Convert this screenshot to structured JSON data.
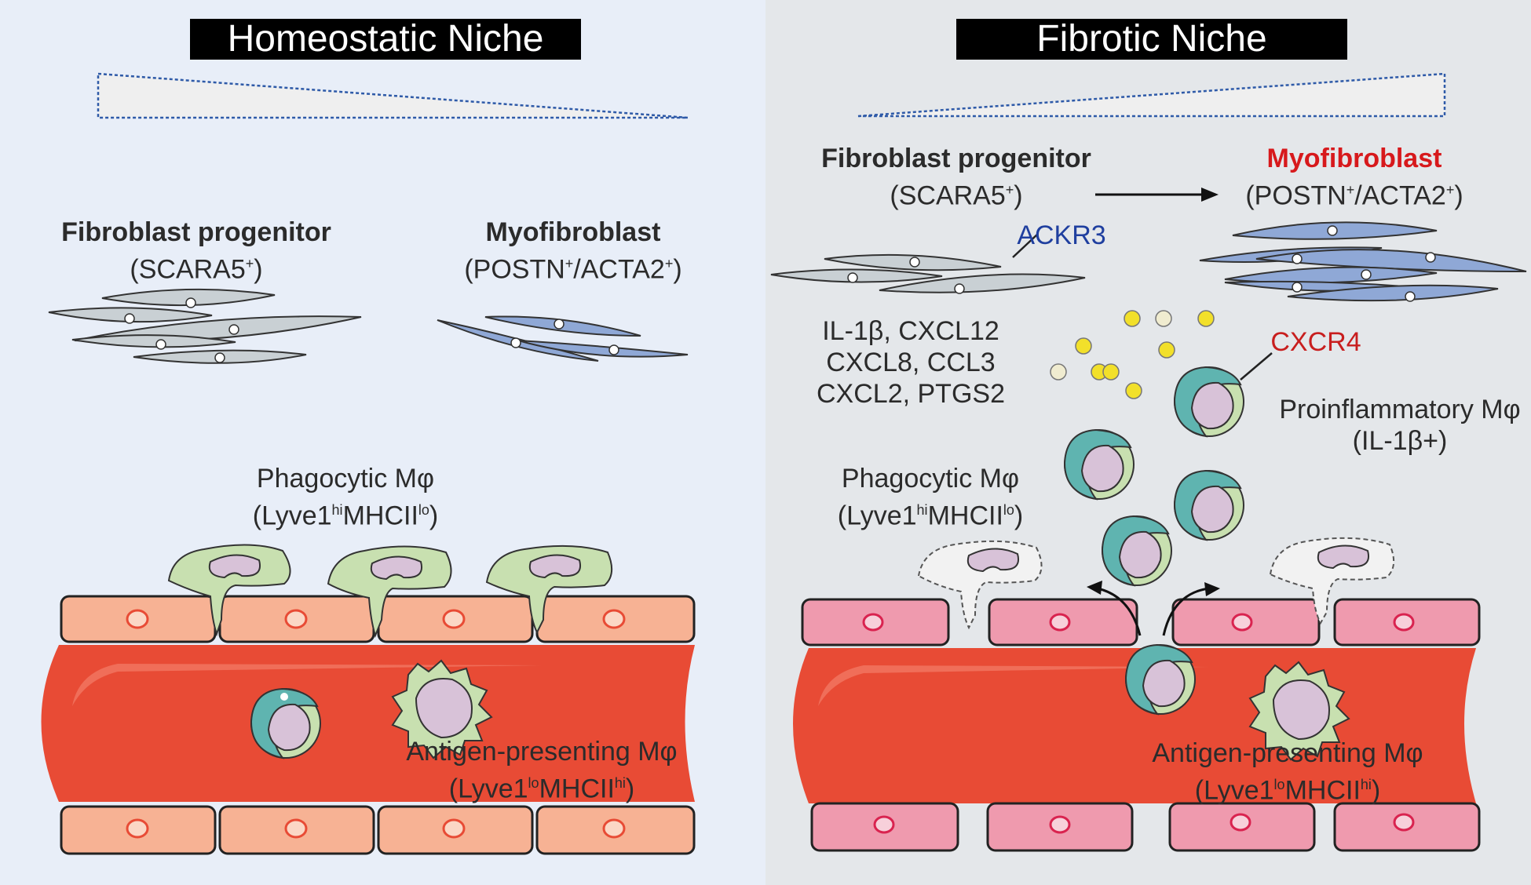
{
  "left_panel": {
    "title": "Homeostatic Niche",
    "fibroblast": {
      "name": "Fibroblast progenitor",
      "marker": "(SCARA5",
      "marker_sup": "+",
      "marker_end": ")"
    },
    "myofibroblast": {
      "name": "Myofibroblast",
      "marker_a": "(POSTN",
      "sup_a": "+",
      "marker_b": "/ACTA2",
      "sup_b": "+",
      "marker_end": ")"
    },
    "phagocytic": {
      "name": "Phagocytic Mφ",
      "p1": "(Lyve1",
      "s1": "hi",
      "p2": "MHCII",
      "s2": "lo",
      "p3": ")"
    },
    "antigen": {
      "name": "Antigen-presenting Mφ",
      "p1": "(Lyve1",
      "s1": "lo",
      "p2": "MHCII",
      "s2": "hi",
      "p3": ")"
    }
  },
  "right_panel": {
    "title": "Fibrotic Niche",
    "fibroblast": {
      "name": "Fibroblast progenitor",
      "marker": "(SCARA5",
      "marker_sup": "+",
      "marker_end": ")"
    },
    "myofibroblast": {
      "name": "Myofibroblast",
      "marker_a": "(POSTN",
      "sup_a": "+",
      "marker_b": "/ACTA2",
      "sup_b": "+",
      "marker_end": ")"
    },
    "ackr3": "ACKR3",
    "cxcr4": "CXCR4",
    "cytokines": [
      "IL-1β, CXCL12",
      "CXCL8, CCL3",
      "CXCL2, PTGS2"
    ],
    "proinflammatory": {
      "name": "Proinflammatory Mφ",
      "marker": "(IL-1β+)"
    },
    "phagocytic": {
      "name": "Phagocytic Mφ",
      "p1": "(Lyve1",
      "s1": "hi",
      "p2": "MHCII",
      "s2": "lo",
      "p3": ")"
    },
    "antigen": {
      "name": "Antigen-presenting Mφ",
      "p1": "(Lyve1",
      "s1": "lo",
      "p2": "MHCII",
      "s2": "hi",
      "p3": ")"
    }
  },
  "colors": {
    "left_bg": "#e8eef8",
    "right_bg": "#e4e7ea",
    "vessel": "#e84b35",
    "endothelial_left": "#f7b294",
    "endothelial_right": "#ef9aae",
    "fibroblast": "#c9d0d4",
    "myofibroblast": "#8fa8d6",
    "macrophage_teal": "#5fb4b0",
    "macrophage_green": "#c8e0b0",
    "nucleus": "#d8c2d8",
    "cytokine_yellow": "#f2e02a",
    "title_bg": "#000000"
  }
}
